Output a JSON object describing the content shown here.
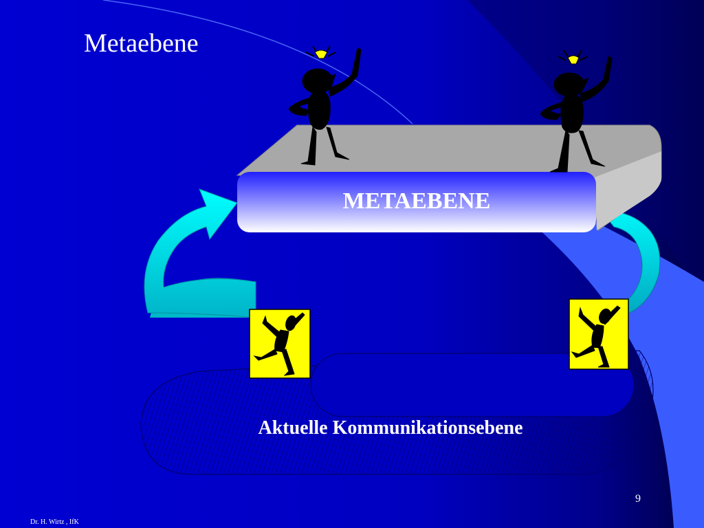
{
  "slide": {
    "title": "Metaebene",
    "page_number": "9",
    "footer": "Dr. H. Wirtz , IfK"
  },
  "diagram": {
    "meta_box_label": "METAEBENE",
    "communication_level_label": "Aktuelle Kommunikationsebene"
  },
  "colors": {
    "background": "#0000c8",
    "dark_accent": "#000050",
    "light_blue_band": "#3a5cff",
    "arrow_cyan": "#00e0e8",
    "icon_box_yellow": "#ffff00",
    "box_top_gray": "#a8a8a8"
  },
  "icons": [
    "thinking-figure-icon",
    "lightbulb-icon",
    "dancing-figure-icon",
    "curved-arrow-icon"
  ]
}
